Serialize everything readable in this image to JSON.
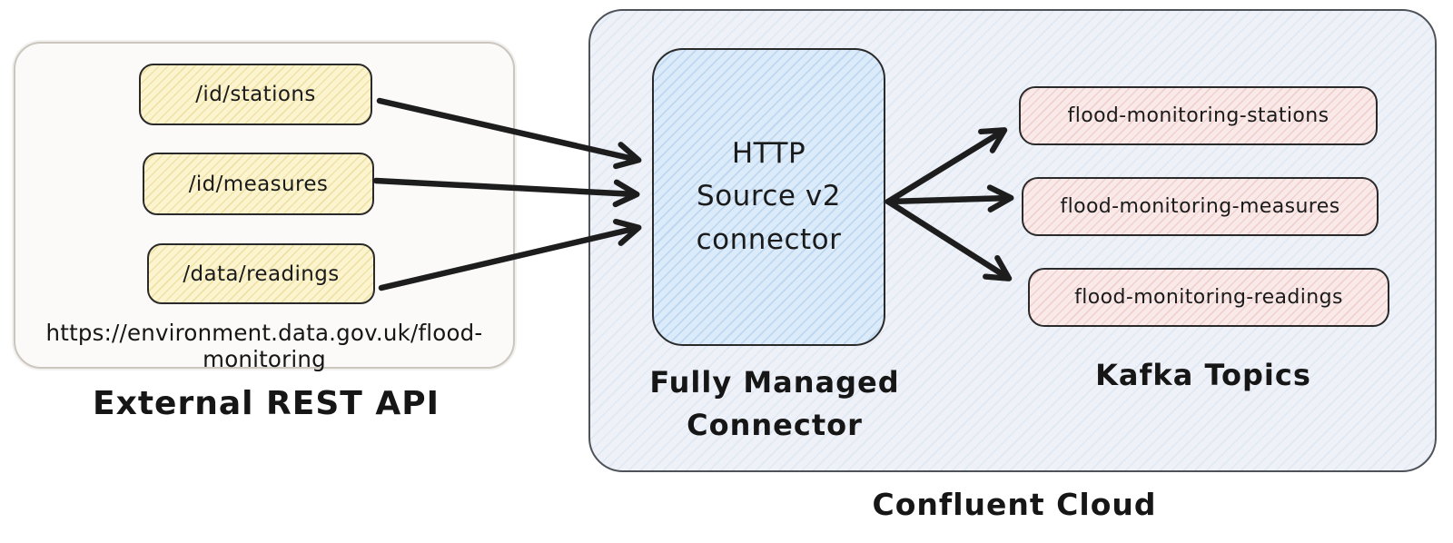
{
  "diagram": {
    "external_api": {
      "caption": "External REST API",
      "base_url": "https://environment.data.gov.uk/flood-monitoring",
      "endpoints": [
        "/id/stations",
        "/id/measures",
        "/data/readings"
      ]
    },
    "connector": {
      "title": "HTTP\nSource v2\nconnector",
      "caption": "Fully Managed\nConnector"
    },
    "kafka": {
      "caption": "Kafka Topics",
      "topics": [
        "flood-monitoring-stations",
        "flood-monitoring-measures",
        "flood-monitoring-readings"
      ]
    },
    "cloud_caption": "Confluent Cloud",
    "colors": {
      "endpoint_fill": "#fbf4cf",
      "topic_fill": "#f9eae9",
      "connector_fill": "#dcebf9",
      "cloud_fill": "#eef2f8",
      "panel_fill": "#fbfaf8",
      "stroke": "#2a2a2a",
      "arrow": "#1d1d1d",
      "text": "#1b1b1b"
    }
  }
}
